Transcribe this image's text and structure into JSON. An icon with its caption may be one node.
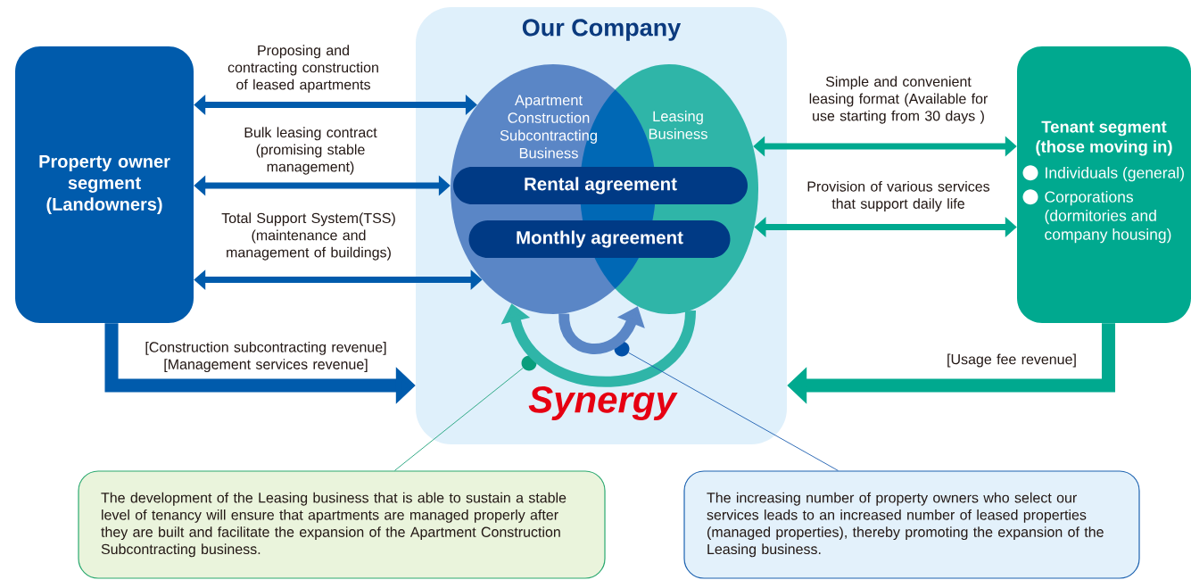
{
  "diagram": {
    "nodes": [
      {
        "text": [
          "Property owner segment (Landowners)"
        ]
      },
      {
        "text": [
          "Our Company"
        ]
      },
      {
        "text": [
          "Apartment Construction Subcontracting Business"
        ],
        "in": 1
      },
      {
        "text": [
          "Leasing Business"
        ],
        "in": 1
      },
      {
        "text": [
          "Rental agreement"
        ],
        "in": 1
      },
      {
        "text": [
          "Monthly agreement"
        ],
        "in": 1
      },
      {
        "text": [
          "Tenant segment (those moving in)",
          "Individuals (general)",
          "Corporations (dormitories and company housing)"
        ]
      },
      {
        "text": [
          "The development of the Leasing business that is able to sustain a stable level of tenancy will ensure that apartments are managed properly after they are built and facilitate the expansion of the Apartment Construction Subcontracting business."
        ]
      },
      {
        "text": [
          "The increasing number of property owners who select our services leads to an increased number of leased properties (managed properties), thereby promoting the expansion of the Leasing business."
        ]
      },
      {
        "text": [],
        "shape": "circle",
        "in": 1
      },
      {
        "text": [],
        "shape": "circle",
        "in": 1
      }
    ],
    "edges": [
      {
        "from": 0,
        "to": 2,
        "arrow": "both",
        "label": "Proposing and contracting construction of leased apartments"
      },
      {
        "from": 0,
        "to": 2,
        "arrow": "both",
        "label": "Bulk leasing contract (promising stable management)"
      },
      {
        "from": 0,
        "to": 2,
        "arrow": "both",
        "label": "Total Support System(TSS) (maintenance and management of buildings)"
      },
      {
        "from": 3,
        "to": 6,
        "arrow": "both",
        "color": "#00a98f",
        "label": "Simple and convenient leasing format (Available for use starting from 30 days )"
      },
      {
        "from": 3,
        "to": 6,
        "arrow": "both",
        "color": "#00a98f",
        "label": "Provision of various services that support daily life"
      },
      {
        "from": 0,
        "to": 1,
        "arrow": "to",
        "style": "thick",
        "label": "[Construction subcontracting revenue] [Management services revenue]"
      },
      {
        "from": 6,
        "to": 1,
        "arrow": "to",
        "style": "thick",
        "color": "#00a98f",
        "label": "[Usage fee revenue]"
      },
      {
        "from": 2,
        "to": 3,
        "arrow": "to",
        "color": "#5a86c6"
      },
      {
        "from": 3,
        "to": 2,
        "arrow": "to",
        "color": "#2fb5a8"
      },
      {
        "from": 7,
        "to": 9,
        "arrow": "none",
        "color": "#1ea37a"
      },
      {
        "from": 8,
        "to": 10,
        "arrow": "none",
        "color": "#1c5eb0"
      }
    ],
    "labels": [
      "Synergy"
    ]
  }
}
